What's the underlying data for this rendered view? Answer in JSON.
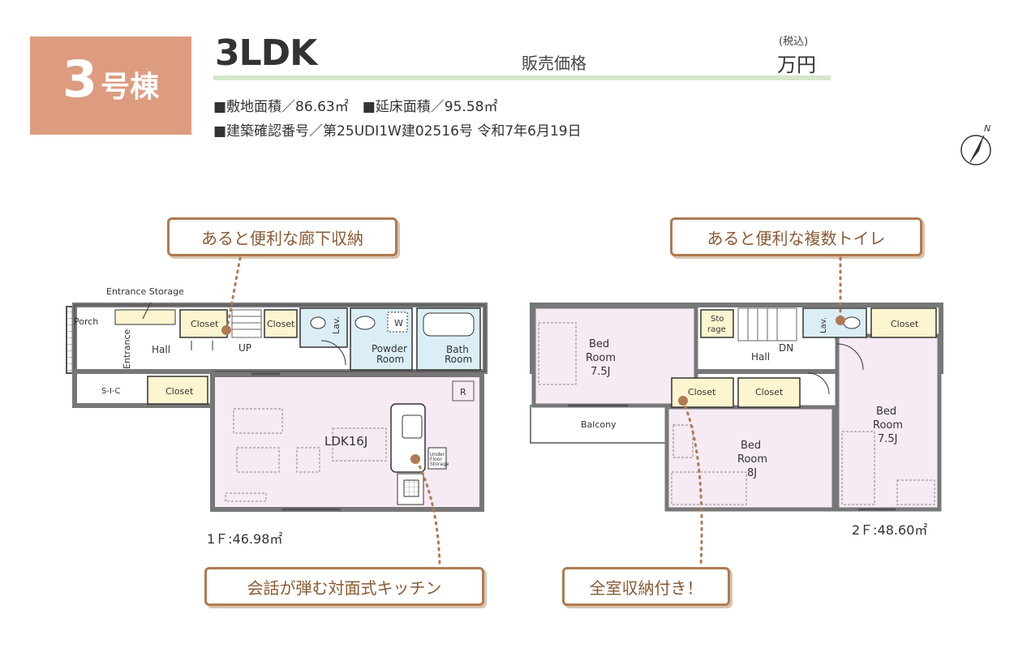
{
  "badge": {
    "number": "3",
    "suffix": "号棟"
  },
  "layout_type": "3LDK",
  "price": {
    "label": "販売価格",
    "tax_note": "(税込)",
    "unit": "万円"
  },
  "specs": {
    "line1": "■敷地面積／86.63㎡　■延床面積／95.58㎡",
    "line2": "■建築確認番号／第25UDI1W建02516号 令和7年6月19日"
  },
  "compass": {
    "label": "N"
  },
  "callouts": {
    "hallway_storage": "あると便利な廊下収納",
    "multiple_toilets": "あると便利な複数トイレ",
    "kitchen": "会話が弾む対面式キッチン",
    "all_room_storage": "全室収納付き！"
  },
  "floor1": {
    "area": "1Ｆ:46.98㎡",
    "labels": {
      "entrance_storage": "Entrance Storage",
      "porch": "Porch",
      "entrance": "Entrance",
      "hall": "Hall",
      "up": "UP",
      "closet1": "Closet",
      "closet2": "Closet",
      "closet3": "Closet",
      "lav": "Lav.",
      "w": "W",
      "powder1": "Powder",
      "powder2": "Room",
      "bath1": "Bath",
      "bath2": "Room",
      "sic": "S-I-C",
      "ldk": "LDK16J",
      "r": "R",
      "under1": "Under",
      "under2": "Floor",
      "under3": "Storage"
    }
  },
  "floor2": {
    "area": "2Ｆ:48.60㎡",
    "labels": {
      "bed1a": "Bed",
      "bed1b": "Room",
      "bed1c": "7.5J",
      "storage1": "Sto",
      "storage2": "rage",
      "lav": "Lav.",
      "closet_right": "Closet",
      "hall": "Hall",
      "dn": "DN",
      "closet_a": "Closet",
      "closet_b": "Closet",
      "balcony": "Balcony",
      "bed2a": "Bed",
      "bed2b": "Room",
      "bed2c": "8J",
      "bed3a": "Bed",
      "bed3b": "Room",
      "bed3c": "7.5J"
    }
  }
}
